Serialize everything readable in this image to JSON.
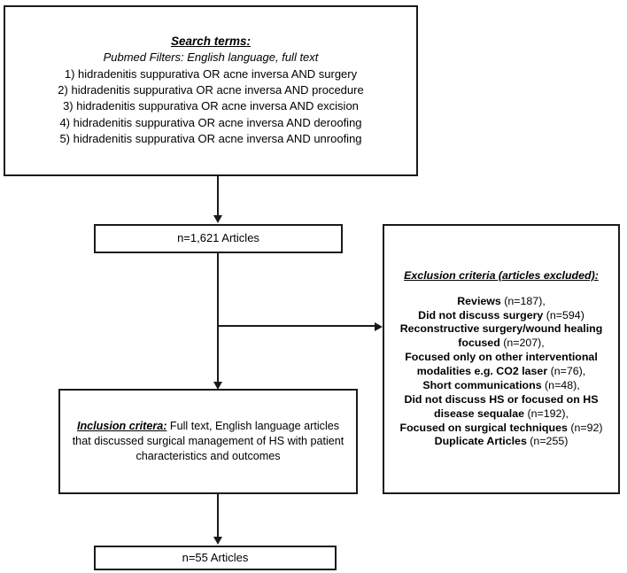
{
  "search_terms": {
    "heading": "Search terms:",
    "filters": "Pubmed Filters: English language, full text",
    "terms": [
      "1) hidradenitis suppurativa OR acne inversa AND surgery",
      "2) hidradenitis suppurativa OR acne inversa AND procedure",
      "3) hidradenitis suppurativa OR acne inversa AND excision",
      "4) hidradenitis suppurativa OR acne inversa AND deroofing",
      "5) hidradenitis suppurativa OR acne inversa AND unroofing"
    ]
  },
  "counts": {
    "initial": "n=1,621 Articles",
    "final": "n=55 Articles"
  },
  "inclusion": {
    "label": "Inclusion critera:",
    "text": " Full text, English language articles that discussed surgical management of HS with patient characteristics and outcomes"
  },
  "exclusion": {
    "heading": "Exclusion criteria (articles excluded):",
    "items": [
      {
        "label": "Reviews",
        "count": "(n=187),"
      },
      {
        "label": "Did not discuss surgery",
        "count": "(n=594)"
      },
      {
        "label": "Reconstructive surgery/wound healing focused",
        "count": "(n=207),"
      },
      {
        "label": "Focused only on other interventional modalities e.g. CO2 laser",
        "count": "(n=76),"
      },
      {
        "label": "Short communications",
        "count": "(n=48),"
      },
      {
        "label": "Did not discuss HS or focused on HS disease sequalae",
        "count": "(n=192),"
      },
      {
        "label": "Focused on surgical techniques",
        "count": "(n=92)"
      },
      {
        "label": "Duplicate Articles",
        "count": "(n=255)"
      }
    ]
  },
  "colors": {
    "stroke": "#1a1a1a",
    "background": "#ffffff"
  }
}
